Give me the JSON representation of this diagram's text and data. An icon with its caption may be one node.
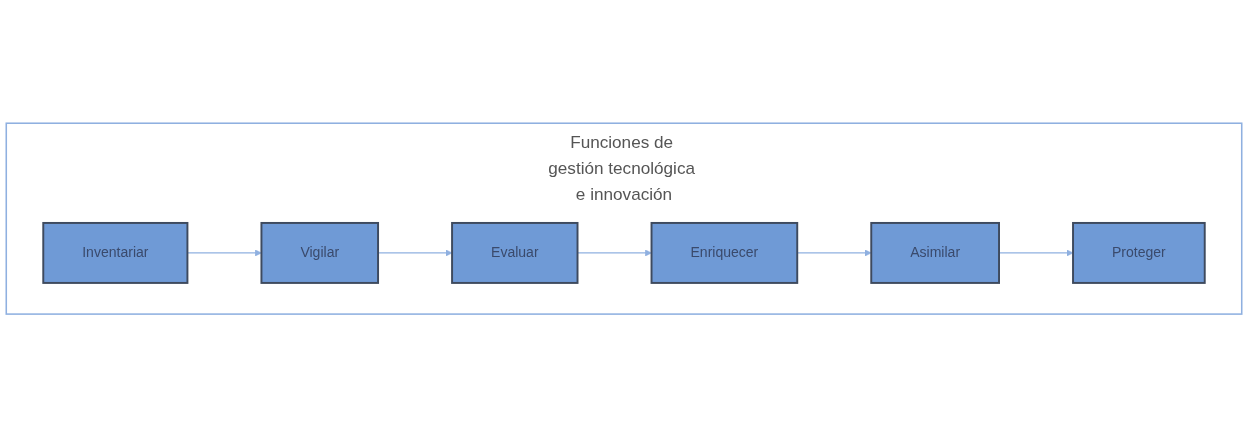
{
  "diagram": {
    "nodes": [
      {
        "text": [
          "Funciones de gestión tecnológica e innovación"
        ]
      },
      {
        "text": [
          "Inventariar"
        ],
        "in": 0
      },
      {
        "text": [
          "Vigilar"
        ],
        "in": 0
      },
      {
        "text": [
          "Evaluar"
        ],
        "in": 0
      },
      {
        "text": [
          "Enriquecer"
        ],
        "in": 0
      },
      {
        "text": [
          "Proteger"
        ],
        "in": 0
      },
      {
        "text": [
          "Asimilar"
        ],
        "in": 0
      }
    ],
    "edges": [
      {
        "from": 1,
        "to": 2,
        "arrow": "to"
      },
      {
        "from": 2,
        "to": 3,
        "arrow": "to"
      },
      {
        "from": 3,
        "to": 4,
        "arrow": "to"
      },
      {
        "from": 4,
        "to": 6,
        "arrow": "to"
      },
      {
        "from": 6,
        "to": 5,
        "arrow": "to"
      }
    ]
  }
}
